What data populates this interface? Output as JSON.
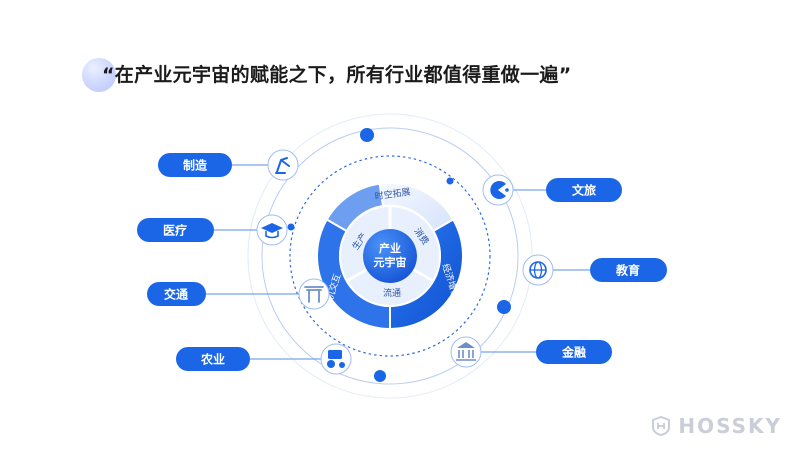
{
  "headline": "“在产业元宇宙的赋能之下，所有行业都值得重做一遍”",
  "hub": {
    "center_line1": "产业",
    "center_line2": "元宇宙",
    "inner_segments": [
      "生产",
      "消费",
      "流通"
    ],
    "outer_segments": [
      "时空拓展",
      "经济增值",
      "人机交互"
    ]
  },
  "industries": {
    "left": [
      {
        "label": "制造",
        "icon": "robot-arm-icon"
      },
      {
        "label": "医疗",
        "icon": "graduation-cap-icon"
      },
      {
        "label": "交通",
        "icon": "gateway-icon"
      },
      {
        "label": "农业",
        "icon": "tractor-icon"
      }
    ],
    "right": [
      {
        "label": "文旅",
        "icon": "pacman-icon"
      },
      {
        "label": "教育",
        "icon": "globe-icon"
      },
      {
        "label": "金融",
        "icon": "bank-icon"
      }
    ]
  },
  "watermark": "HOSSKY",
  "colors": {
    "primary": "#1a66e6",
    "light": "#dbe6fb",
    "mid": "#bcd0f3",
    "text_dark": "#1b1b1b"
  }
}
